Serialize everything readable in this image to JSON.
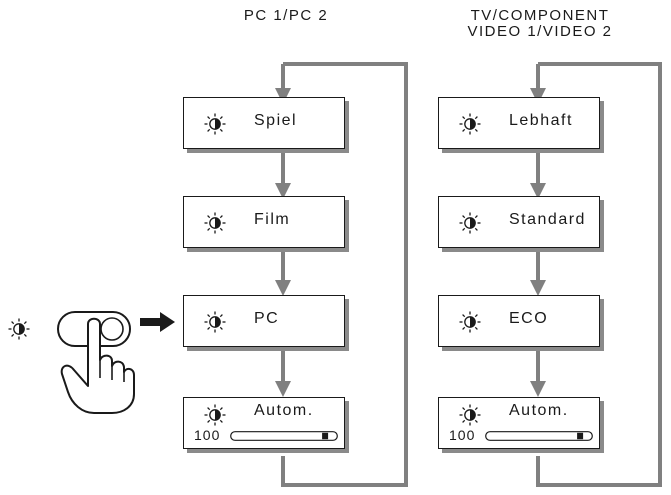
{
  "columns": [
    {
      "header_lines": [
        "PC 1/PC 2"
      ],
      "modes": [
        "Spiel",
        "Film",
        "PC",
        "Autom."
      ],
      "auto_value": "100",
      "auto_fill": 0.97
    },
    {
      "header_lines": [
        "TV/COMPONENT",
        "VIDEO 1/VIDEO 2"
      ],
      "modes": [
        "Lebhaft",
        "Standard",
        "ECO",
        "Autom."
      ],
      "auto_value": "100",
      "auto_fill": 0.97
    }
  ],
  "icons": {
    "mode": "brightness-contrast-icon",
    "button": "picture-mode-button",
    "hand": "pointing-hand-icon",
    "arrow": "right-arrow-icon"
  },
  "colors": {
    "line": "#1a1a1a",
    "connector": "#808080",
    "shadow": "#8a8a8a"
  }
}
